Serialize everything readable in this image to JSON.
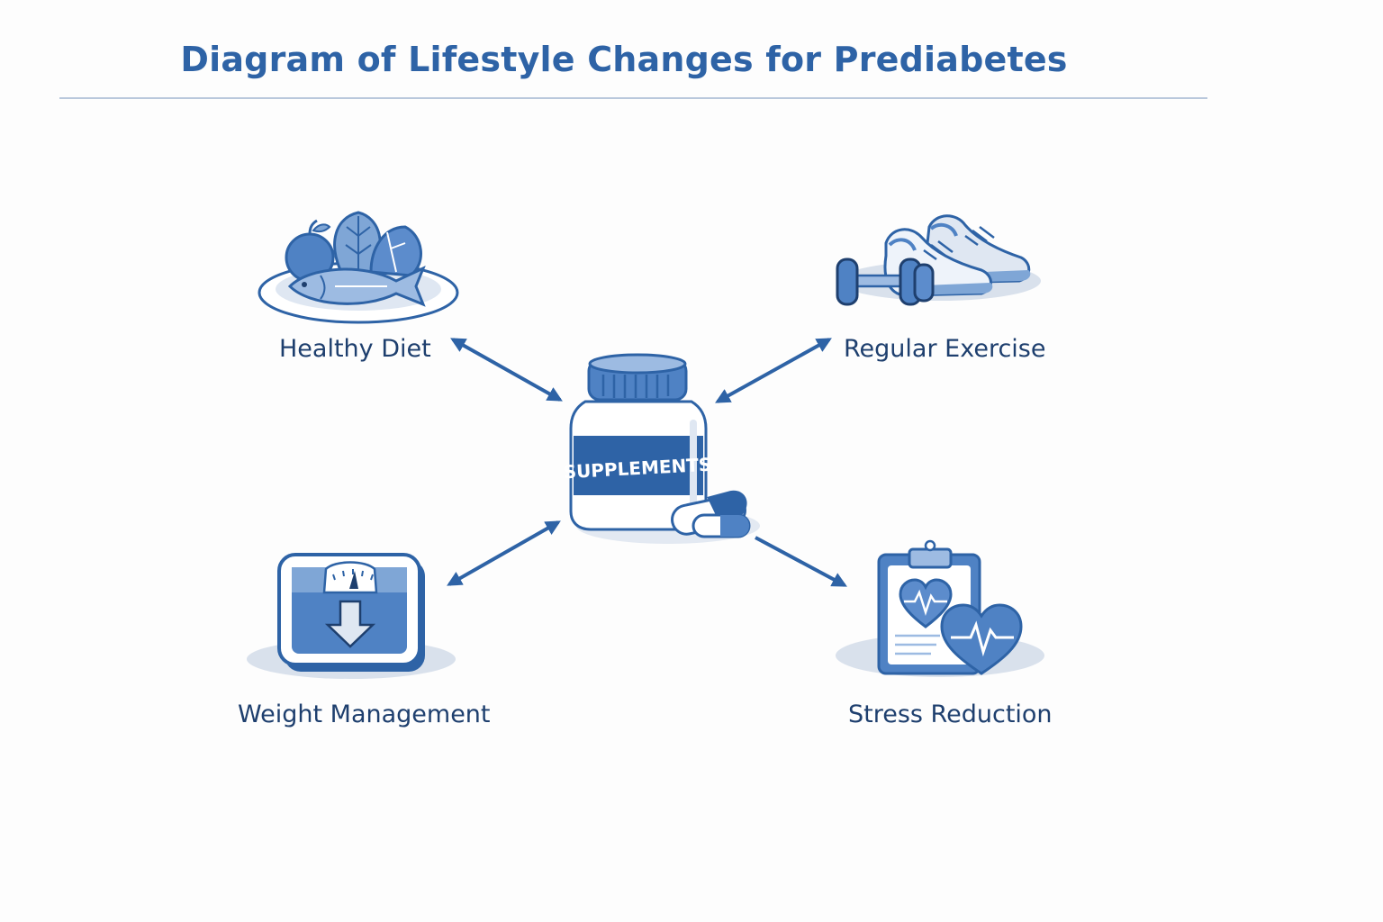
{
  "title": "Diagram of Lifestyle Changes for Prediabetes",
  "center": {
    "label": "SUPPLEMENTS",
    "icon": "supplement-bottle-icon"
  },
  "nodes": [
    {
      "id": "diet",
      "label": "Healthy Diet",
      "icon": "food-plate-icon"
    },
    {
      "id": "exercise",
      "label": "Regular Exercise",
      "icon": "dumbbell-sneakers-icon"
    },
    {
      "id": "weight",
      "label": "Weight Management",
      "icon": "weight-scale-icon"
    },
    {
      "id": "stress",
      "label": "Stress Reduction",
      "icon": "clipboard-heart-icon"
    }
  ],
  "connections": [
    {
      "between": [
        "diet",
        "supplements"
      ],
      "direction": "both"
    },
    {
      "between": [
        "exercise",
        "supplements"
      ],
      "direction": "both"
    },
    {
      "between": [
        "weight",
        "supplements"
      ],
      "direction": "both"
    },
    {
      "between": [
        "supplements",
        "stress"
      ],
      "direction": "to-stress"
    }
  ],
  "colors": {
    "primary": "#2e63a6",
    "dark": "#1e3f6e",
    "light": "#7fa6d6",
    "pale": "#dfe7f2",
    "shadow": "#d9e1ec"
  }
}
